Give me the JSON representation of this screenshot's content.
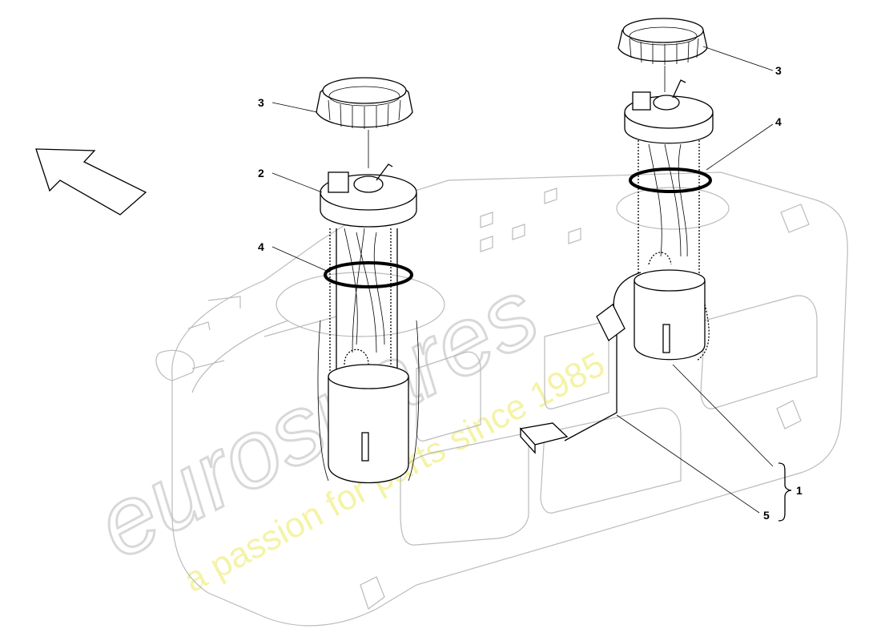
{
  "diagram": {
    "callouts": [
      {
        "id": "left-3",
        "text": "3"
      },
      {
        "id": "left-2",
        "text": "2"
      },
      {
        "id": "left-4",
        "text": "4"
      },
      {
        "id": "right-3",
        "text": "3"
      },
      {
        "id": "right-4",
        "text": "4"
      },
      {
        "id": "right-1",
        "text": "1"
      },
      {
        "id": "right-5",
        "text": "5"
      }
    ],
    "watermark": {
      "brand": "eurospares",
      "tagline": "a passion for parts since 1985",
      "color": "#f1f08a"
    },
    "direction_arrow": "arrow-up-left-icon"
  }
}
